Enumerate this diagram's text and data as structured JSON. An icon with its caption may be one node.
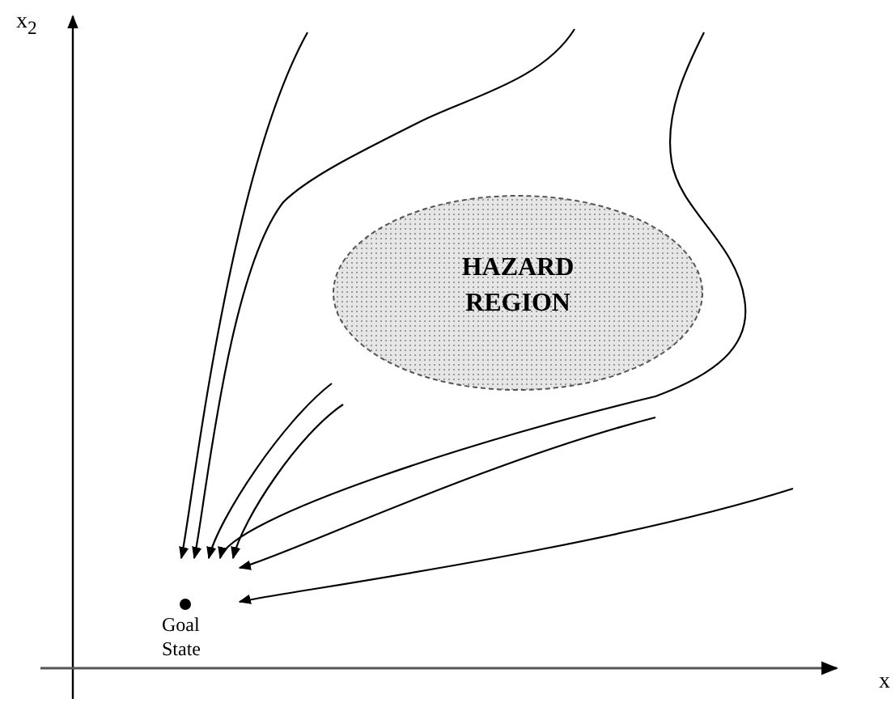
{
  "diagram": {
    "nodes": [
      {
        "text": [
          "HAZARD REGION"
        ]
      },
      {
        "text": [
          "Goal State"
        ]
      }
    ],
    "edges": [
      {
        "from": null,
        "to": 1,
        "arrow": "to"
      },
      {
        "from": null,
        "to": 1,
        "arrow": "to"
      },
      {
        "from": null,
        "to": 1,
        "arrow": "to"
      },
      {
        "from": null,
        "to": 1,
        "arrow": "to"
      },
      {
        "from": null,
        "to": 1,
        "arrow": "to"
      },
      {
        "from": null,
        "to": 1,
        "arrow": "to"
      },
      {
        "from": null,
        "to": 1,
        "arrow": "to"
      }
    ],
    "labels": [
      "x$_{2}$",
      "x"
    ]
  }
}
